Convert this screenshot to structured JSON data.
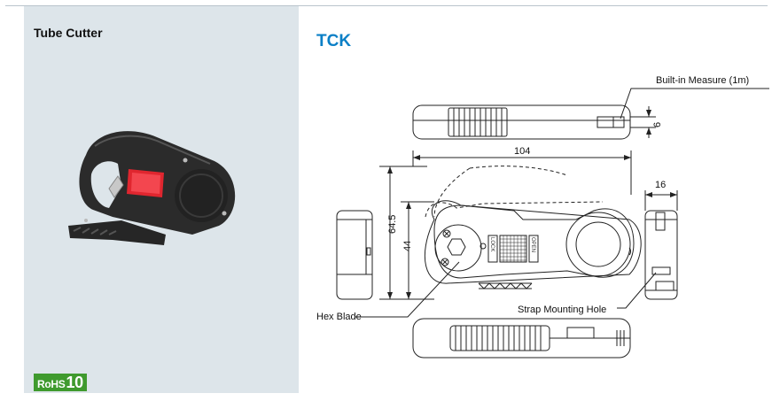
{
  "product": {
    "title": "Tube Cutter",
    "compliance": {
      "prefix": "RoHS",
      "number": "10"
    }
  },
  "drawing": {
    "model_code": "TCK",
    "dimensions": {
      "length": "104",
      "height_outer": "64.5",
      "height_inner": "44",
      "thickness": "16",
      "measure_offset": "6"
    },
    "callouts": {
      "builtin_measure": "Built-in Measure (1m)",
      "hex_blade": "Hex Blade",
      "strap_hole": "Strap Mounting Hole"
    },
    "switch_labels": {
      "lock": "LOCK",
      "open": "OPEN"
    }
  },
  "colors": {
    "panel_bg": "#dde5ea",
    "model_blue": "#0a7fc6",
    "rohs_green": "#3f9a2e",
    "trigger_red": "#e0262f"
  }
}
